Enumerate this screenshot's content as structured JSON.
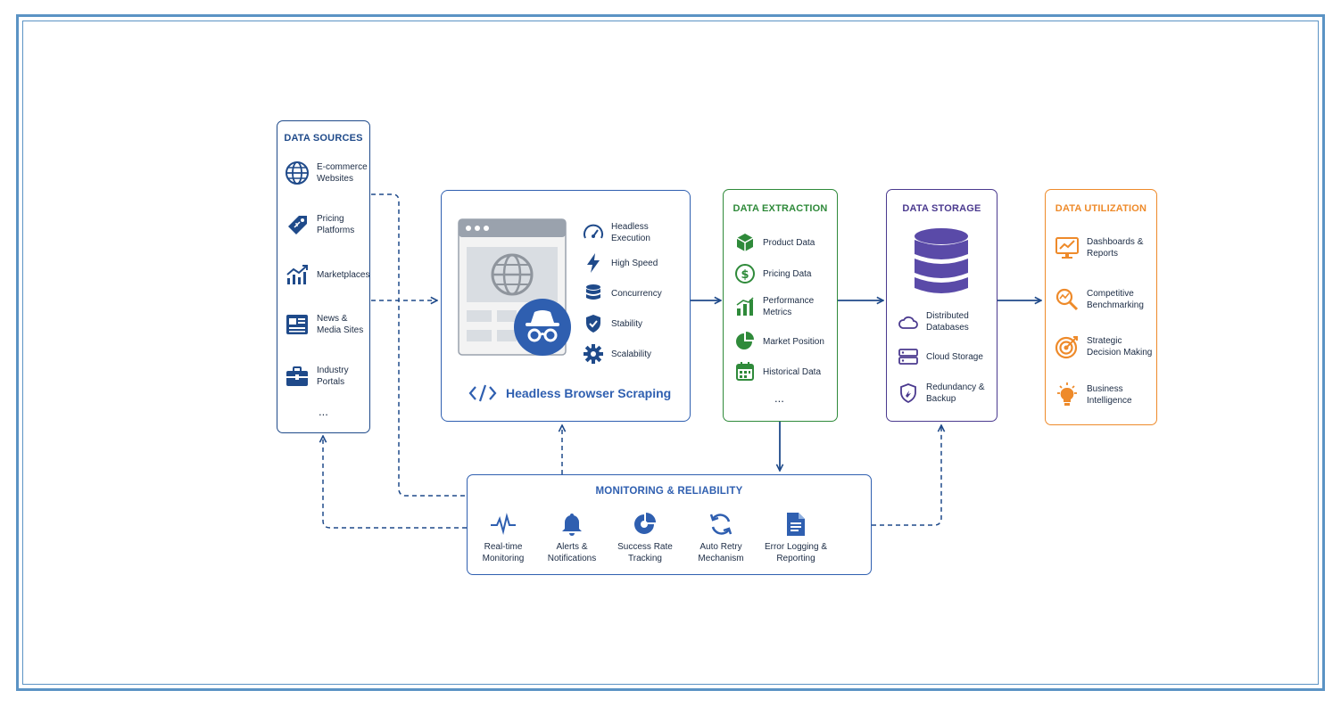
{
  "colors": {
    "navy": "#1f4a8a",
    "blue": "#2f5fb0",
    "green": "#2f8a3a",
    "purple": "#4b3a8f",
    "orange": "#ee8a2a",
    "frame": "#5b93c4"
  },
  "sources": {
    "title": "DATA SOURCES",
    "items": [
      {
        "label": "E-commerce Websites",
        "icon": "globe-icon"
      },
      {
        "label": "Pricing Platforms",
        "icon": "price-tag-icon"
      },
      {
        "label": "Marketplaces",
        "icon": "trend-chart-icon"
      },
      {
        "label": "News & Media Sites",
        "icon": "newspaper-icon"
      },
      {
        "label": "Industry Portals",
        "icon": "briefcase-icon"
      }
    ],
    "more": "..."
  },
  "scraper": {
    "title": "Headless Browser Scraping",
    "features": [
      {
        "label": "Headless Execution",
        "icon": "speedometer-icon"
      },
      {
        "label": "High Speed",
        "icon": "lightning-icon"
      },
      {
        "label": "Concurrency",
        "icon": "database-stack-icon"
      },
      {
        "label": "Stability",
        "icon": "shield-check-icon"
      },
      {
        "label": "Scalability",
        "icon": "gear-icon"
      }
    ]
  },
  "extraction": {
    "title": "DATA EXTRACTION",
    "items": [
      {
        "label": "Product Data",
        "icon": "cube-icon"
      },
      {
        "label": "Pricing Data",
        "icon": "dollar-icon"
      },
      {
        "label": "Performance Metrics",
        "icon": "bar-chart-icon"
      },
      {
        "label": "Market Position",
        "icon": "pie-chart-icon"
      },
      {
        "label": "Historical Data",
        "icon": "calendar-icon"
      }
    ],
    "more": "..."
  },
  "storage": {
    "title": "DATA STORAGE",
    "items": [
      {
        "label": "Distributed Databases",
        "icon": "cloud-outline-icon"
      },
      {
        "label": "Cloud Storage",
        "icon": "server-icon"
      },
      {
        "label": "Redundancy & Backup",
        "icon": "shield-icon"
      }
    ]
  },
  "utilization": {
    "title": "DATA UTILIZATION",
    "items": [
      {
        "label": "Dashboards & Reports",
        "icon": "dashboard-monitor-icon"
      },
      {
        "label": "Competitive Benchmarking",
        "icon": "magnifier-chart-icon"
      },
      {
        "label": "Strategic Decision Making",
        "icon": "target-icon"
      },
      {
        "label": "Business Intelligence",
        "icon": "lightbulb-icon"
      }
    ]
  },
  "monitoring": {
    "title": "MONITORING & RELIABILITY",
    "items": [
      {
        "label": "Real-time Monitoring",
        "icon": "pulse-icon"
      },
      {
        "label": "Alerts & Notifications",
        "icon": "bell-icon"
      },
      {
        "label": "Success Rate Tracking",
        "icon": "pie-gauge-icon"
      },
      {
        "label": "Auto Retry Mechanism",
        "icon": "refresh-icon"
      },
      {
        "label": "Error Logging & Reporting",
        "icon": "document-icon"
      }
    ]
  }
}
